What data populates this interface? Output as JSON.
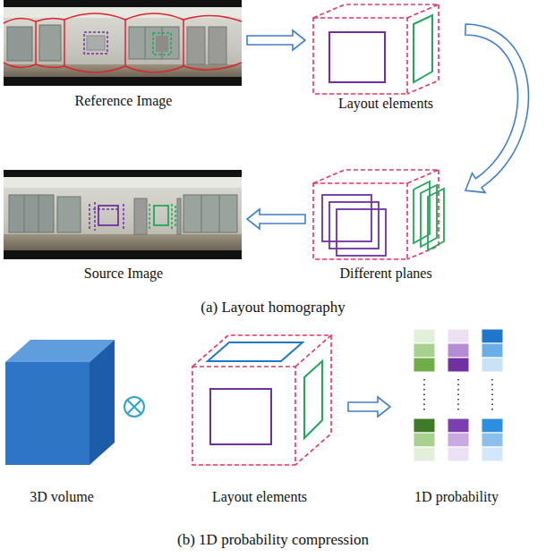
{
  "diagram": {
    "nodes": [
      {
        "text": [
          "Reference Image"
        ]
      },
      {
        "text": [
          "Layout elements"
        ]
      },
      {
        "text": [
          "Source Image"
        ]
      },
      {
        "text": [
          "Different planes"
        ]
      },
      {
        "text": [
          "3D volume"
        ]
      },
      {
        "text": [
          "Layout elements"
        ]
      },
      {
        "text": [
          "1D probability"
        ]
      }
    ],
    "edges": [
      {
        "from": 0,
        "to": 1,
        "arrow": "to"
      },
      {
        "from": 1,
        "to": 3,
        "arrow": "to"
      },
      {
        "from": 3,
        "to": 2,
        "arrow": "to"
      },
      {
        "from": 5,
        "to": 6,
        "arrow": "to"
      }
    ],
    "labels": [
      "(a) Layout homography",
      "(b) 1D probability compression"
    ]
  }
}
